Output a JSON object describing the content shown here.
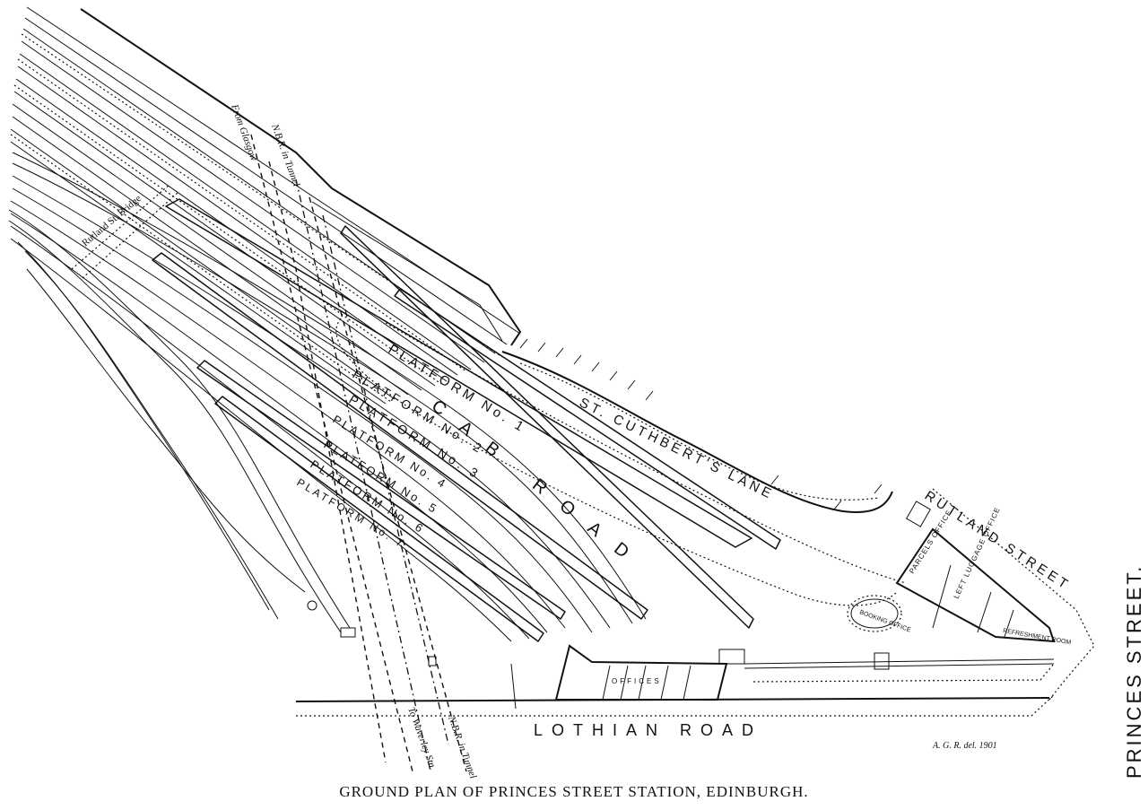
{
  "caption": "GROUND PLAN OF PRINCES STREET STATION, EDINBURGH.",
  "signature": "A. G. R. del. 1901",
  "streets": {
    "princes": "PRINCES STREET.",
    "lothian": "LOTHIAN ROAD",
    "rutland": "RUTLAND STREET",
    "cuthberts": "ST. CUTHBERT'S LANE"
  },
  "cab_road": "CAB ROAD",
  "platforms": [
    "PLATFORM No. 1",
    "PLATFORM No. 2",
    "PLATFORM No. 3",
    "PLATFORM No. 4",
    "PLATFORM No. 5",
    "PLATFORM No. 6",
    "PLATFORM No. 7"
  ],
  "buildings": {
    "parcels": "PARCELS OFFICE",
    "left_luggage": "LEFT LUGGAGE OFFICE",
    "refreshment": "REFRESHMENT ROOM",
    "booking": "BOOKING OFFICE",
    "offices": "OFFICES"
  },
  "route_labels": {
    "from_glasgow": "From Glasgow",
    "nbr_tunnel_top": "N.B.R. in Tunnel",
    "to_waverley": "To Waverley Stn.",
    "nbr_tunnel_bottom": "N.B.R. in Tunnel"
  },
  "bridge": "Rutland St. Bridge"
}
